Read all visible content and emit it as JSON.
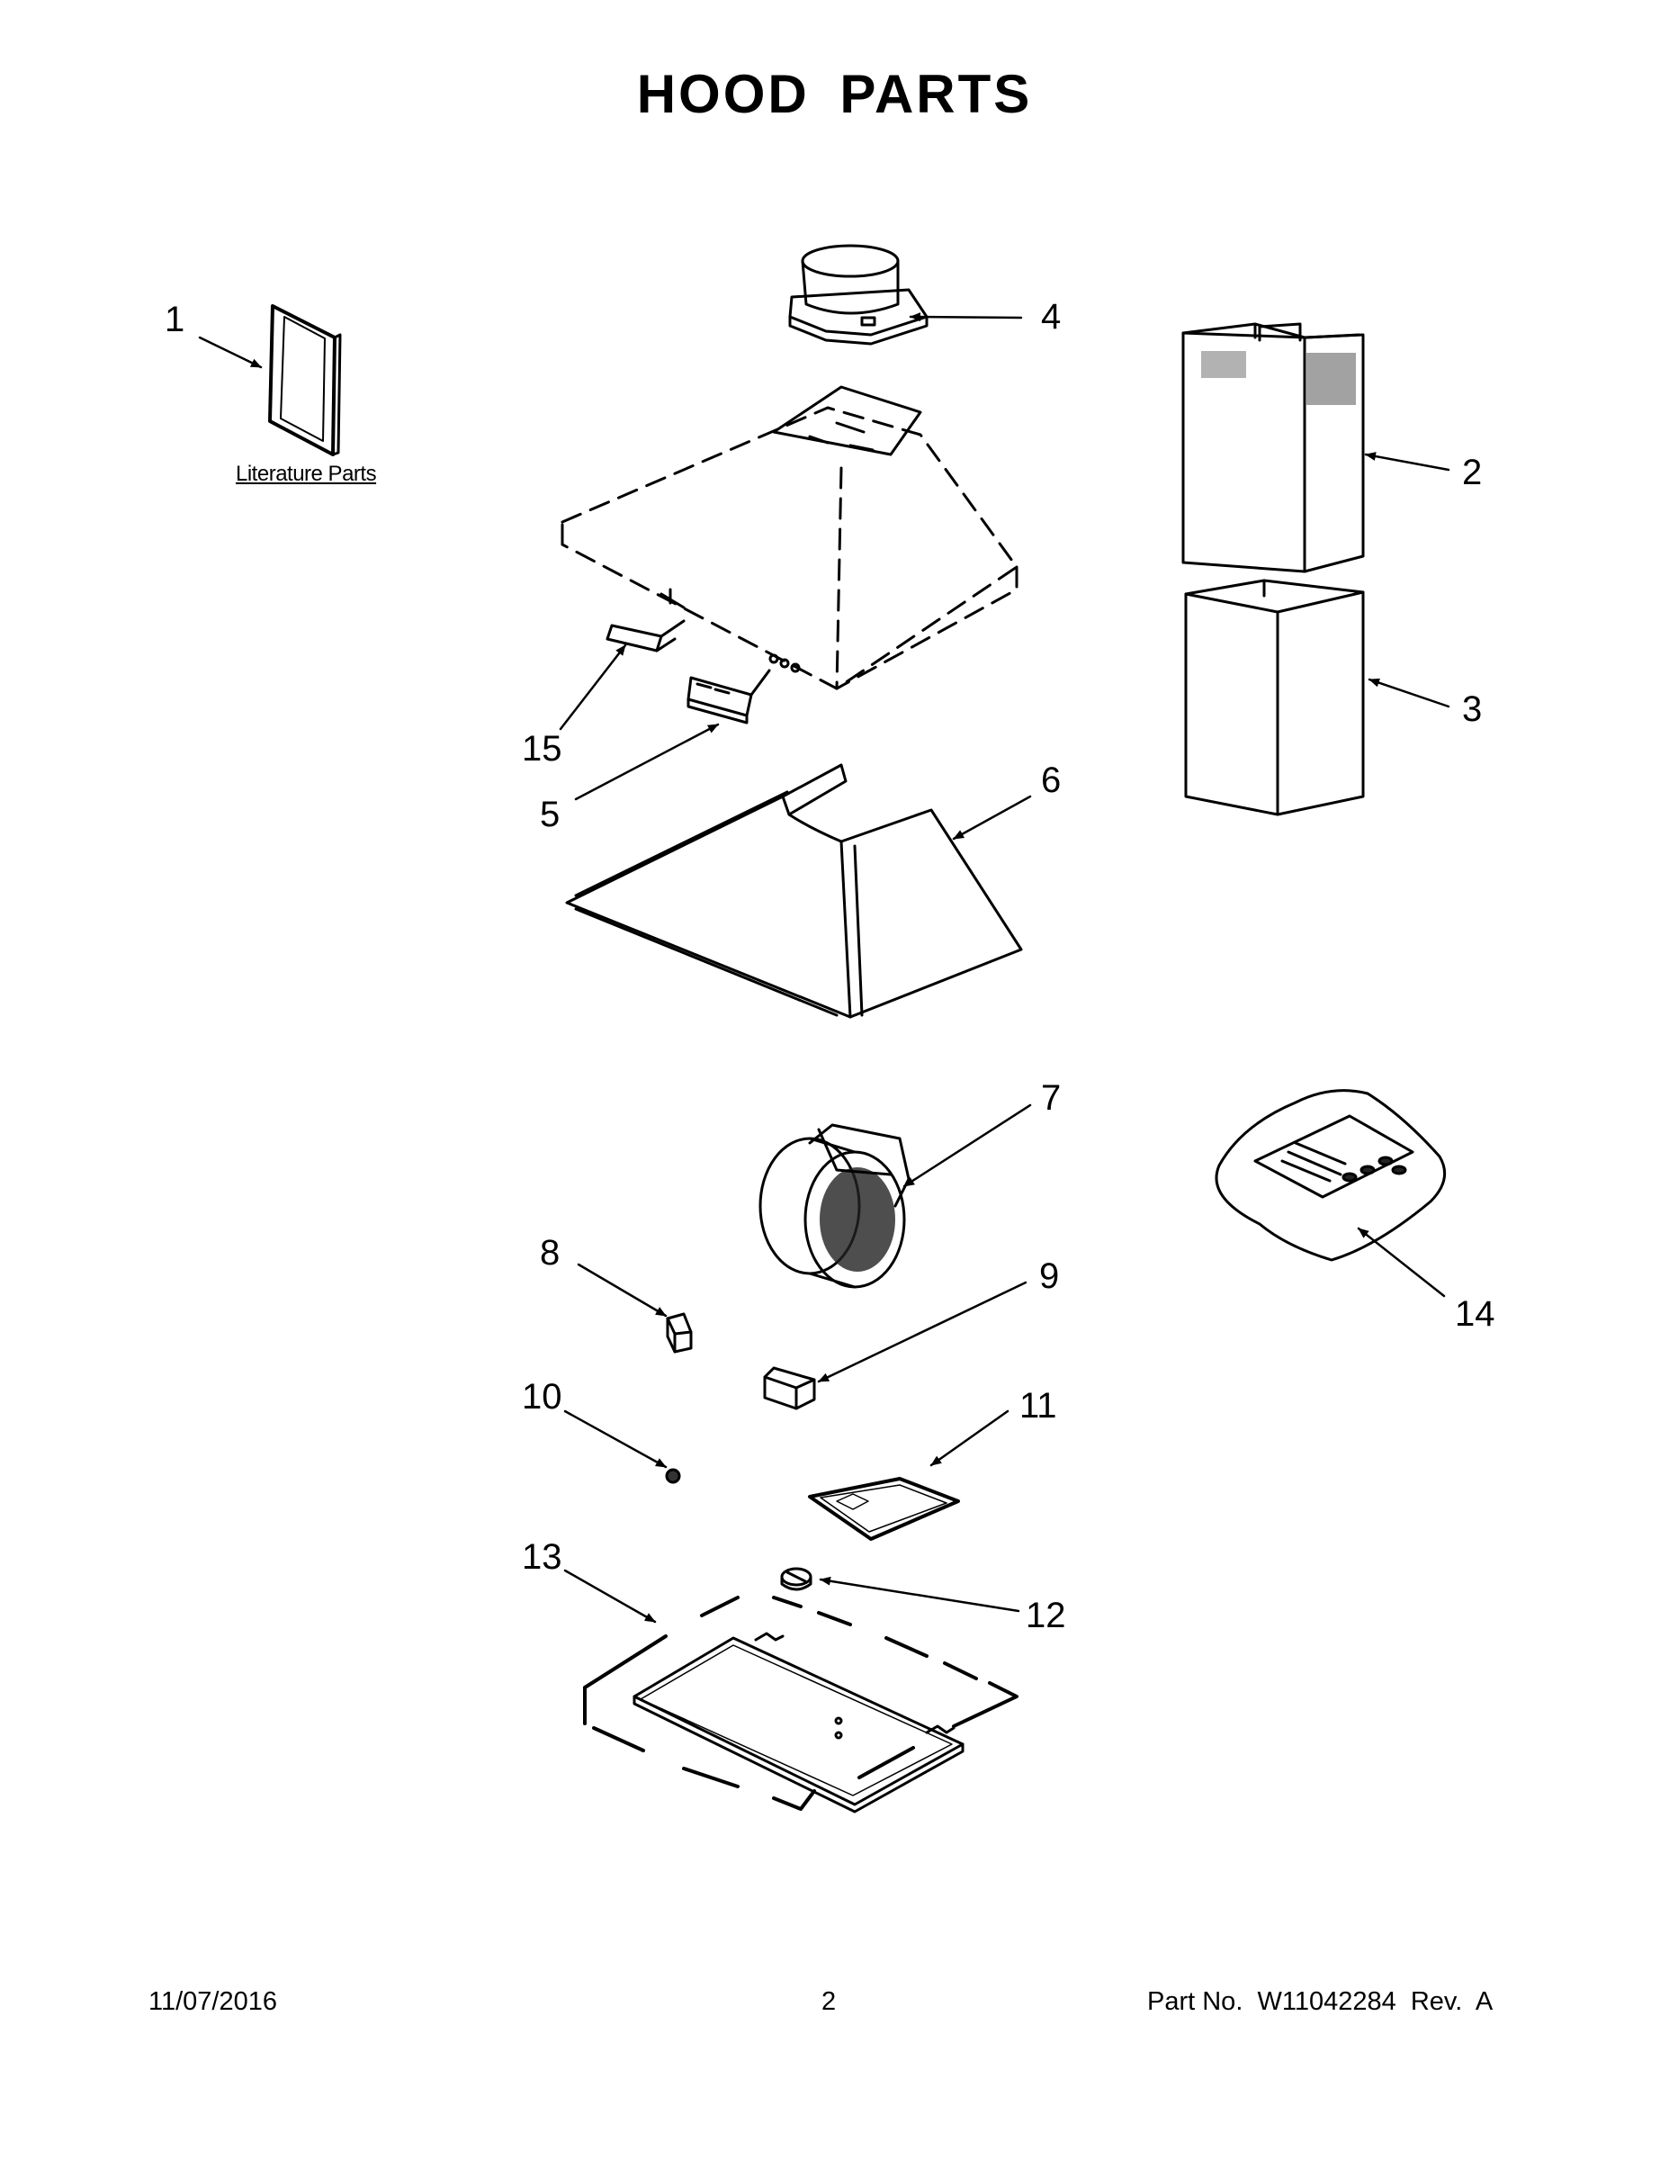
{
  "title": "HOOD PARTS",
  "literature_label": "Literature Parts",
  "callouts": {
    "c1": "1",
    "c2": "2",
    "c3": "3",
    "c4": "4",
    "c5": "5",
    "c6": "6",
    "c7": "7",
    "c8": "8",
    "c9": "9",
    "c10": "10",
    "c11": "11",
    "c12": "12",
    "c13": "13",
    "c14": "14",
    "c15": "15"
  },
  "footer": {
    "date": "11/07/2016",
    "page": "2",
    "part_no": "Part No.  W11042284  Rev.  A"
  }
}
